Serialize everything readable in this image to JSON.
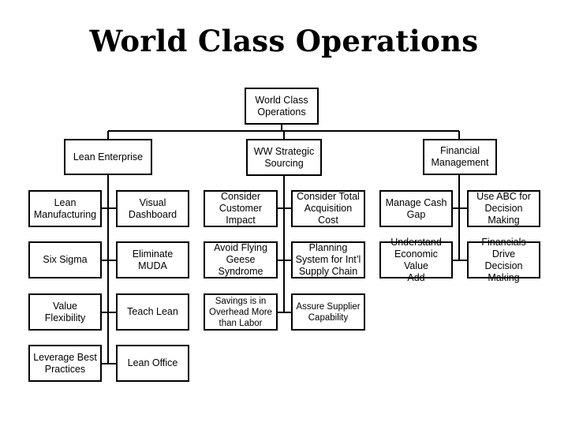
{
  "title": "World Class Operations",
  "root": "World Class\nOperations",
  "branches": {
    "lean": "Lean Enterprise",
    "sourcing": "WW Strategic\nSourcing",
    "financial": "Financial\nManagement"
  },
  "lean_items": {
    "lean_manufacturing": "Lean\nManufacturing",
    "visual_dashboard": "Visual\nDashboard",
    "six_sigma": "Six Sigma",
    "eliminate_muda": "Eliminate\nMUDA",
    "value_flexibility": "Value Flexibility",
    "teach_lean": "Teach Lean",
    "leverage_best_practices": "Leverage Best\nPractices",
    "lean_office": "Lean Office"
  },
  "sourcing_items": {
    "consider_customer_impact": "Consider\nCustomer\nImpact",
    "consider_total_cost": "Consider Total\nAcquisition\nCost",
    "avoid_flying_geese": "Avoid Flying\nGeese\nSyndrome",
    "planning_system": "Planning\nSystem for Int’l\nSupply Chain",
    "savings_overhead": "Savings is in\nOverhead More\nthan Labor",
    "assure_supplier": "Assure Supplier\nCapability"
  },
  "financial_items": {
    "manage_cash_gap": "Manage Cash\nGap",
    "use_abc": "Use ABC for\nDecision\nMaking",
    "understand_eva": "Understand\nEconomic Value\nAdd",
    "financials_drive": "Financials Drive\nDecision\nMaking"
  }
}
